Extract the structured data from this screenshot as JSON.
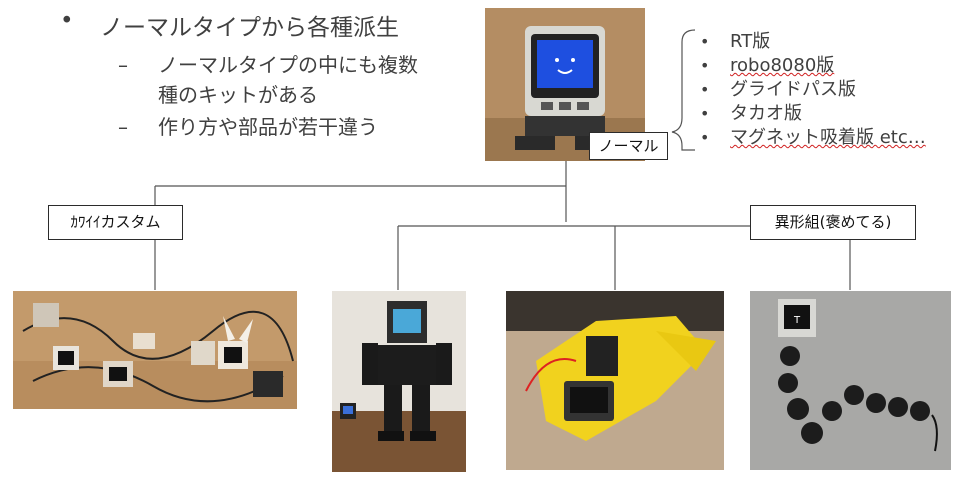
{
  "bullets": {
    "main": "ノーマルタイプから各種派生",
    "sub1_line1": "ノーマルタイプの中にも複数",
    "sub1_line2": "種のキットがある",
    "sub2": "作り方や部品が若干違う",
    "bullet_glyph": "•",
    "dash_glyph": "–"
  },
  "labels": {
    "normal": "ノーマル",
    "kawaii": "ｶﾜｲｲカスタム",
    "ikei": "異形組(褒めてる)"
  },
  "variants": [
    {
      "text": "RT版",
      "underline": false
    },
    {
      "text": "robo8080版",
      "underline": true
    },
    {
      "text": "グライドパス版",
      "underline": false
    },
    {
      "text": "タカオ版",
      "underline": false
    },
    {
      "text": "マグネット吸着版 etc…",
      "underline": true
    }
  ],
  "colors": {
    "line": "#555555",
    "text": "#404040",
    "screen": "#1e4fe0"
  }
}
